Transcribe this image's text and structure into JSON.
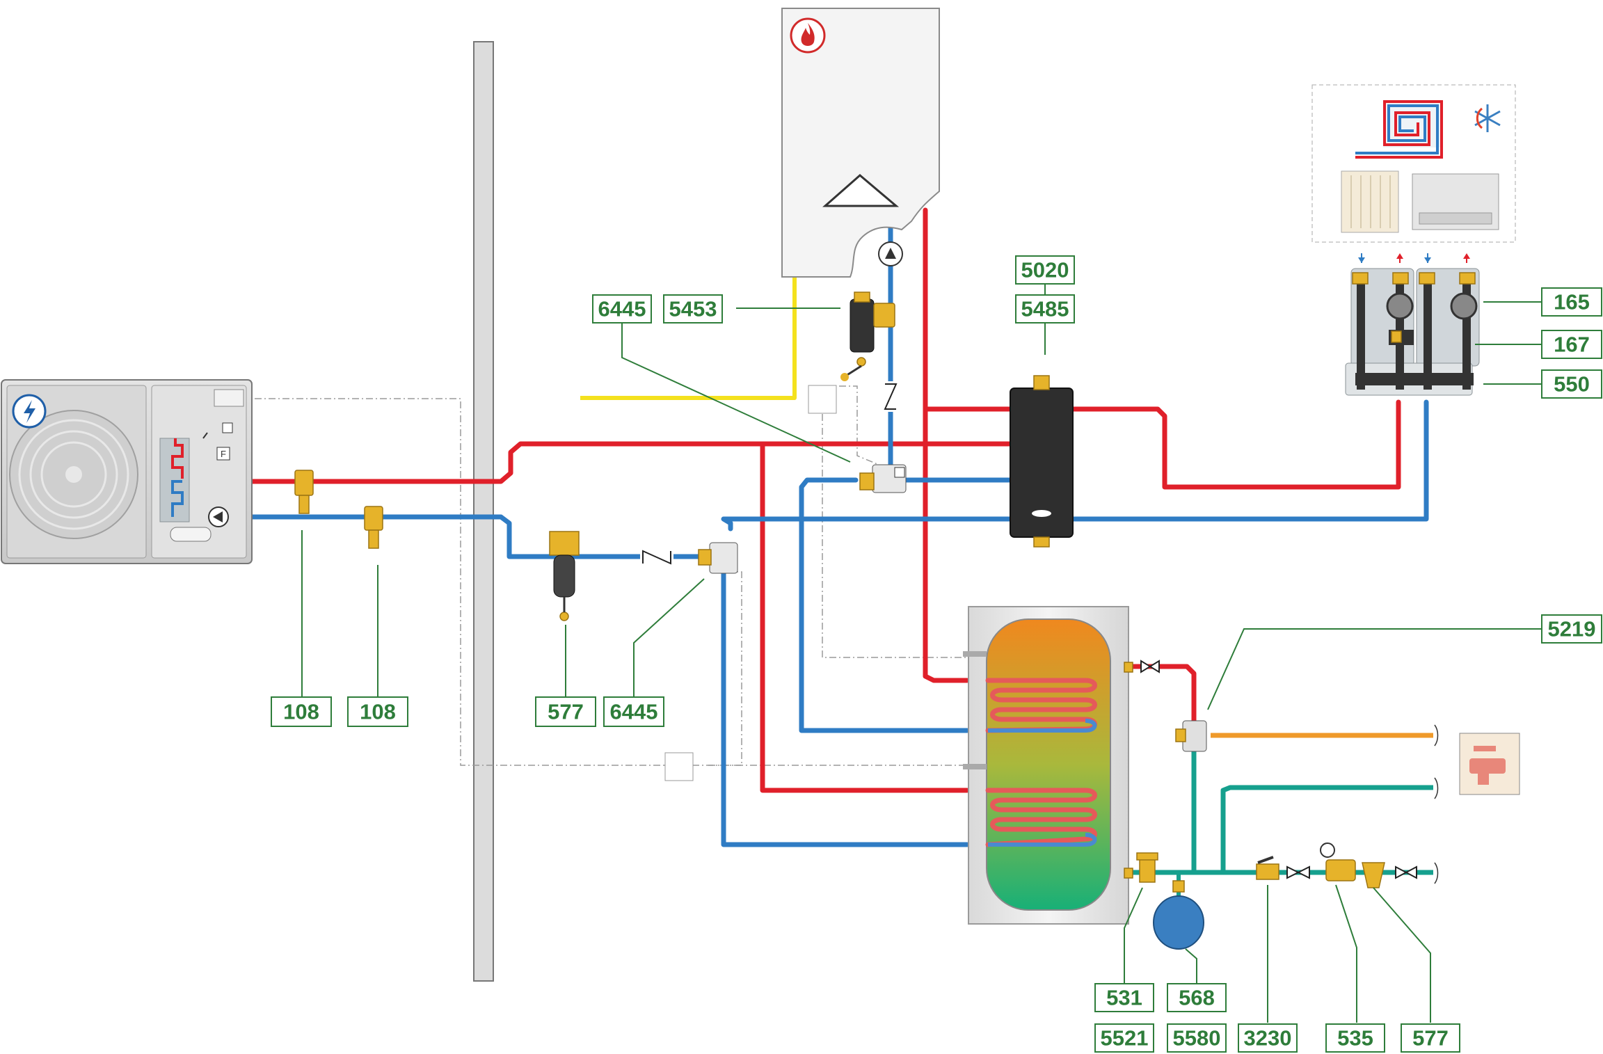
{
  "labels": {
    "boiler_sep_a": "6445",
    "boiler_sep_b": "5453",
    "separator_top_a": "5020",
    "separator_top_b": "5485",
    "manifold_1": "165",
    "manifold_2": "167",
    "manifold_3": "550",
    "hp_valve_1": "108",
    "hp_valve_2": "108",
    "dirt_sep": "577",
    "diverter": "6445",
    "mixing_valve": "5219",
    "relief_a": "531",
    "relief_b": "5521",
    "expansion_a": "568",
    "expansion_b": "5580",
    "ball_valve": "3230",
    "reducer": "535",
    "filter": "577"
  },
  "icons": {
    "heat_pump": "lightning-icon",
    "boiler": "flame-icon",
    "floor_heating": "floor-heating-icon",
    "cooling": "snowflake-icon",
    "radiator": "radiator-icon",
    "fan_coil": "fan-coil-icon",
    "tap": "tap-icon"
  },
  "colors": {
    "label_green": "#2e7d3a",
    "hot_pipe": "#e0202a",
    "cold_pipe": "#2f7cc4",
    "dhw_pipe": "#ef9a2a",
    "cold_water_pipe": "#16a08e",
    "gas_pipe": "#f4e11d"
  }
}
